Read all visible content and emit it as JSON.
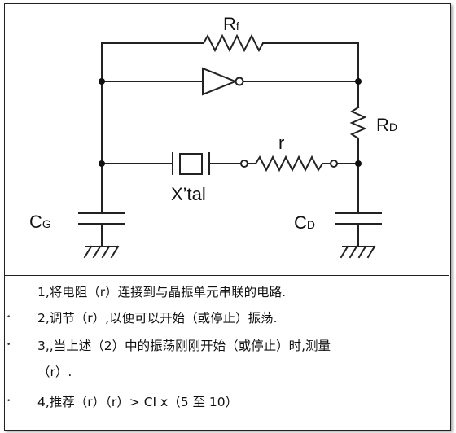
{
  "diagram": {
    "labels": {
      "rf": {
        "main": "R",
        "sub": "f"
      },
      "rd": {
        "main": "R",
        "sub": "D"
      },
      "r": "r",
      "xtal": "X’tal",
      "cg": {
        "main": "C",
        "sub": "G"
      },
      "cd": {
        "main": "C",
        "sub": "D"
      }
    }
  },
  "notes": {
    "items": [
      "1,将电阻（r）连接到与晶振单元串联的电路.",
      "2,调节（r）,以便可以开始（或停止）振荡.",
      "3,,当上述（2）中的振荡刚刚开始（或停止）时,测量",
      "（r）.",
      "4,推荐（r）（r）> CI x（5 至 10）"
    ],
    "bullet_glyph": "•"
  }
}
